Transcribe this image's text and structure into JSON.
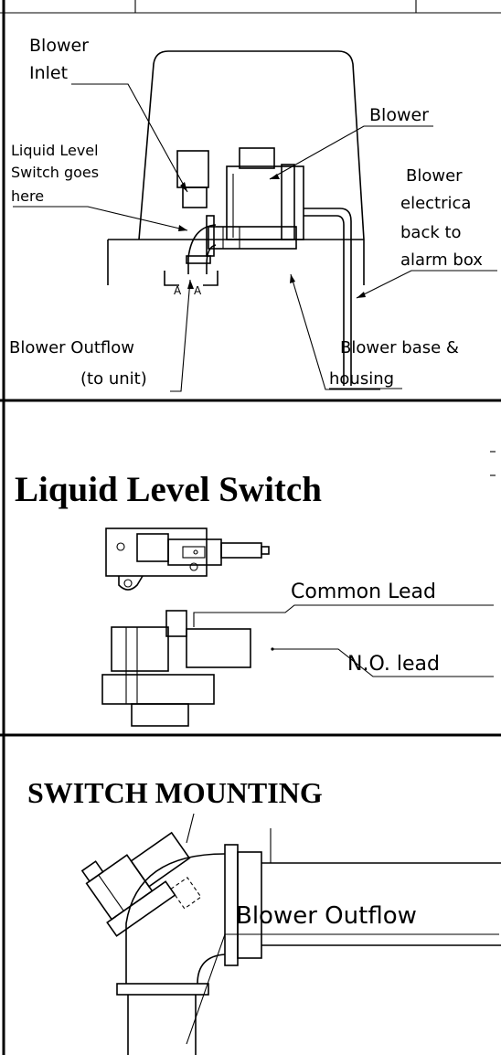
{
  "panel1": {
    "labels": {
      "blower_inlet_1": "Blower",
      "blower_inlet_2": "Inlet",
      "blower": "Blower",
      "lls_1": "Liquid Level",
      "lls_2": "Switch goes",
      "lls_3": "here",
      "elec_1": "Blower",
      "elec_2": "electrica",
      "elec_3": "back to",
      "elec_4": "alarm box",
      "section_a1": "A",
      "section_a2": "A",
      "outflow_1": "Blower Outflow",
      "outflow_2": "(to unit)",
      "base_1": "Blower base &",
      "base_2": "housing"
    }
  },
  "panel2": {
    "title": "Liquid Level Switch",
    "common_lead": "Common Lead",
    "no_lead": "N.O. lead"
  },
  "panel3": {
    "title": "SWITCH MOUNTING",
    "outflow": "Blower Outflow"
  }
}
